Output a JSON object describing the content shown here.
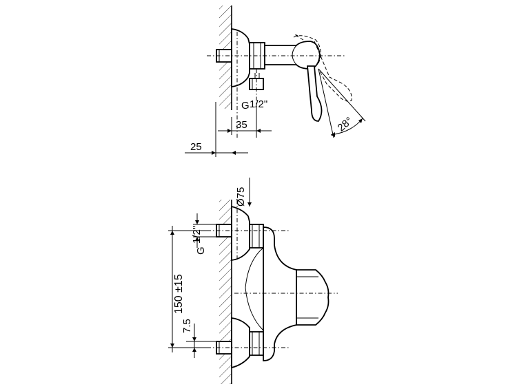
{
  "top_view": {
    "thread_label": "G",
    "thread_fraction": "1/2\"",
    "dim_35": "35",
    "dim_25": "25",
    "angle_label": "28°"
  },
  "front_view": {
    "diameter_label": "Ø75",
    "thread_label": "G",
    "thread_fraction": "1/2\"",
    "center_distance_label": "150 ±15",
    "offset_label": "7.5"
  }
}
